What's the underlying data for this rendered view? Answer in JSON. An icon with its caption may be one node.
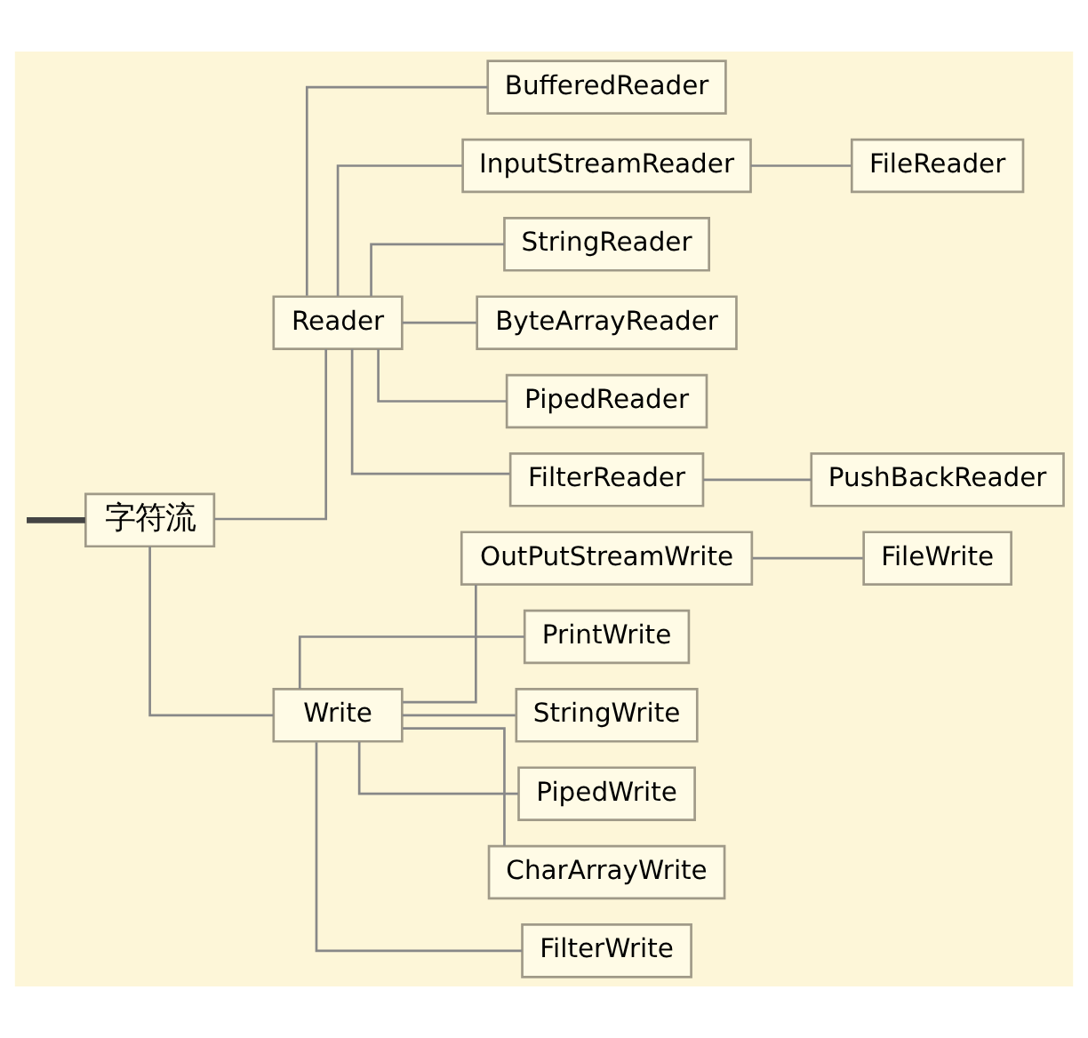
{
  "diagram": {
    "nodes": [
      {
        "text": [
          "字符流"
        ]
      },
      {
        "text": [
          "Reader"
        ]
      },
      {
        "text": [
          "BufferedReader"
        ]
      },
      {
        "text": [
          "InputStreamReader"
        ]
      },
      {
        "text": [
          "FileReader"
        ]
      },
      {
        "text": [
          "StringReader"
        ]
      },
      {
        "text": [
          "ByteArrayReader"
        ]
      },
      {
        "text": [
          "PipedReader"
        ]
      },
      {
        "text": [
          "FilterReader"
        ]
      },
      {
        "text": [
          "PushBackReader"
        ]
      },
      {
        "text": [
          "Write"
        ]
      },
      {
        "text": [
          "OutPutStreamWrite"
        ]
      },
      {
        "text": [
          "FileWrite"
        ]
      },
      {
        "text": [
          "PrintWrite"
        ]
      },
      {
        "text": [
          "StringWrite"
        ]
      },
      {
        "text": [
          "PipedWrite"
        ]
      },
      {
        "text": [
          "CharArrayWrite"
        ]
      },
      {
        "text": [
          "FilterWrite"
        ]
      }
    ],
    "edges": [
      {
        "from": null,
        "to": 0,
        "arrow": "none",
        "style": "thick",
        "color": "#444444"
      },
      {
        "from": 0,
        "to": 1,
        "arrow": "none"
      },
      {
        "from": 1,
        "to": 2,
        "arrow": "none"
      },
      {
        "from": 1,
        "to": 3,
        "arrow": "none"
      },
      {
        "from": 3,
        "to": 4,
        "arrow": "none"
      },
      {
        "from": 1,
        "to": 5,
        "arrow": "none"
      },
      {
        "from": 1,
        "to": 6,
        "arrow": "none"
      },
      {
        "from": 1,
        "to": 7,
        "arrow": "none"
      },
      {
        "from": 1,
        "to": 8,
        "arrow": "none"
      },
      {
        "from": 8,
        "to": 9,
        "arrow": "none"
      },
      {
        "from": 0,
        "to": 10,
        "arrow": "none"
      },
      {
        "from": 10,
        "to": 11,
        "arrow": "none"
      },
      {
        "from": 11,
        "to": 12,
        "arrow": "none"
      },
      {
        "from": 10,
        "to": 13,
        "arrow": "none"
      },
      {
        "from": 10,
        "to": 14,
        "arrow": "none"
      },
      {
        "from": 10,
        "to": 15,
        "arrow": "none"
      },
      {
        "from": 10,
        "to": 16,
        "arrow": "none"
      },
      {
        "from": 10,
        "to": 17,
        "arrow": "none"
      }
    ]
  }
}
